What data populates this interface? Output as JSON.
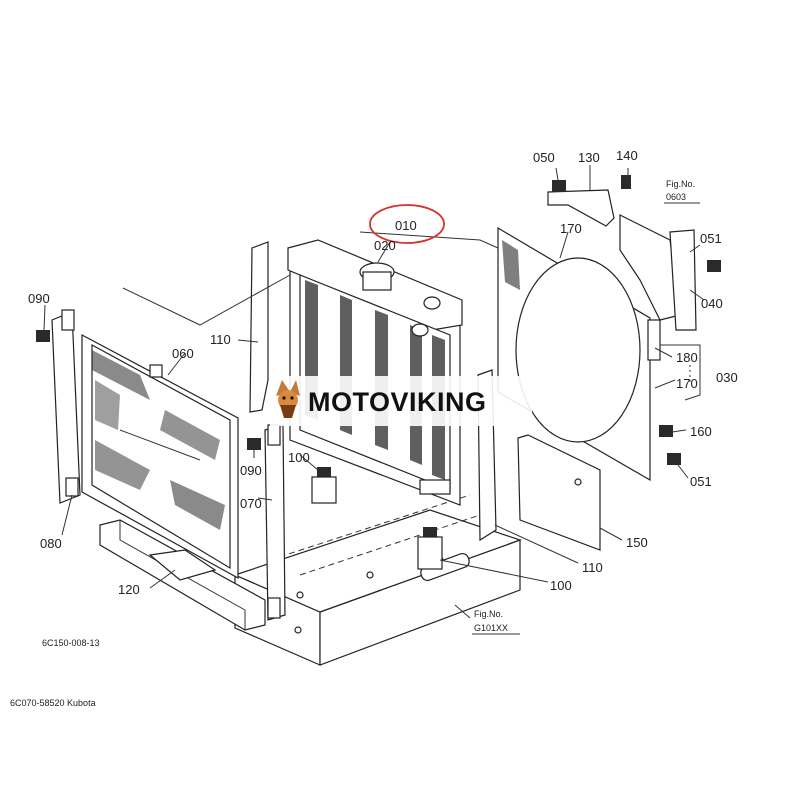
{
  "diagram": {
    "watermark": "MOTOVIKING",
    "drawing_code": "6C150-008-13",
    "footer_note": "6C070-58520 Kubota",
    "highlight_color": "#d9302c",
    "figure_refs": [
      {
        "caption": "Fig.No.",
        "number": "0603"
      },
      {
        "caption": "Fig.No.",
        "number": "G101XX"
      }
    ],
    "callouts": {
      "c050": "050",
      "c130": "130",
      "c140": "140",
      "c010": "010",
      "c020": "020",
      "c170_top": "170",
      "c051_top": "051",
      "c040": "040",
      "c090_left": "090",
      "c110_left": "110",
      "c060": "060",
      "c180": "180",
      "c170_mid": "170",
      "c030": "030",
      "c160": "160",
      "c090_mid": "090",
      "c100_mid": "100",
      "c051_bottom": "051",
      "c070": "070",
      "c080": "080",
      "c150": "150",
      "c110_bottom": "110",
      "c100_bottom": "100",
      "c120": "120"
    }
  }
}
